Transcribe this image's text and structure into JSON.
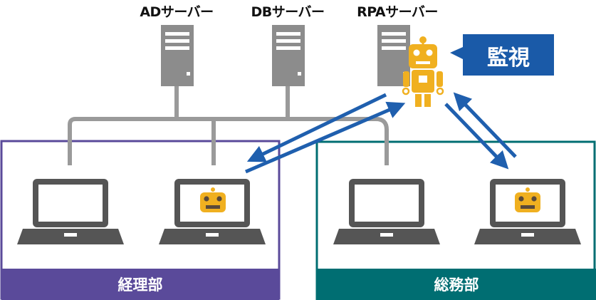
{
  "servers": [
    {
      "label": "ADサーバー"
    },
    {
      "label": "DBサーバー"
    },
    {
      "label": "RPAサーバー"
    }
  ],
  "callout": {
    "label": "監視",
    "color": "#1a5aa8"
  },
  "departments": [
    {
      "label": "経理部",
      "color": "#5a4a9a"
    },
    {
      "label": "総務部",
      "color": "#006e72"
    }
  ],
  "colors": {
    "server": "#8c8c8c",
    "network_line": "#9a9a9a",
    "laptop": "#555555",
    "robot": "#f0b020",
    "arrow": "#1f5fae"
  },
  "laptops": [
    {
      "department": "経理部",
      "robot": false
    },
    {
      "department": "経理部",
      "robot": true
    },
    {
      "department": "総務部",
      "robot": false
    },
    {
      "department": "総務部",
      "robot": true
    }
  ]
}
